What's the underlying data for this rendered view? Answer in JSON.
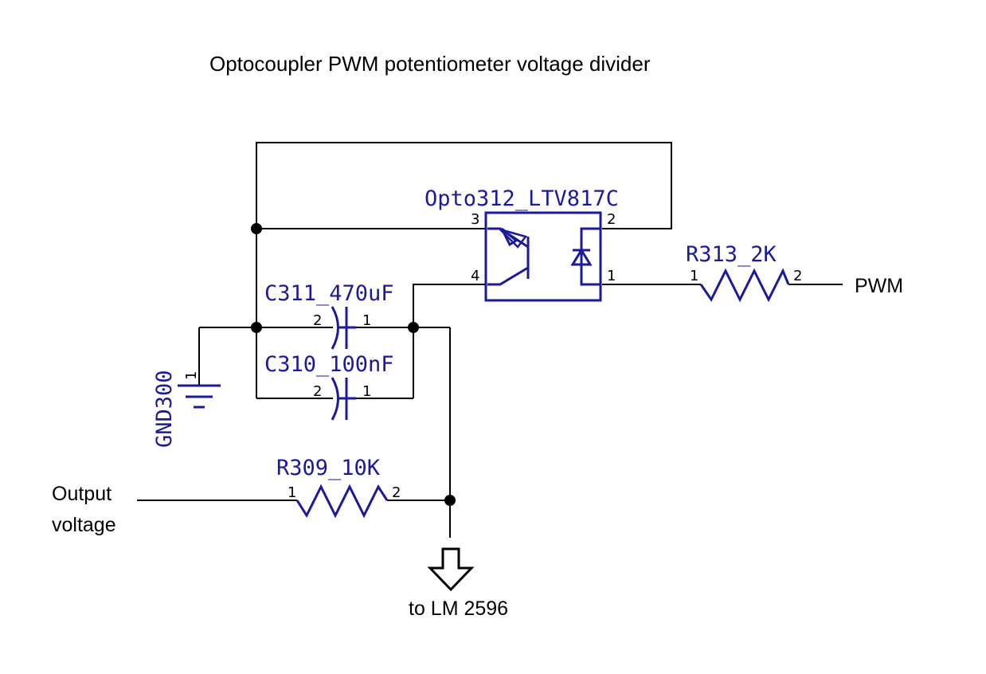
{
  "title": "Optocoupler PWM potentiometer voltage divider",
  "colors": {
    "symbol": "#1a1a9a",
    "wire": "#000000",
    "background": "#ffffff"
  },
  "components": {
    "opto": {
      "ref": "Opto312_LTV817C",
      "pins": [
        "1",
        "2",
        "3",
        "4"
      ]
    },
    "r313": {
      "ref": "R313_2K",
      "pin1": "1",
      "pin2": "2"
    },
    "c311": {
      "ref": "C311_470uF",
      "pin1": "1",
      "pin2": "2"
    },
    "c310": {
      "ref": "C310_100nF",
      "pin1": "1",
      "pin2": "2"
    },
    "r309": {
      "ref": "R309_10K",
      "pin1": "1",
      "pin2": "2"
    },
    "gnd": {
      "ref": "GND300",
      "pin": "1"
    }
  },
  "nets": {
    "pwm": "PWM",
    "output_line1": "Output",
    "output_line2": "voltage",
    "to_lm": "to LM 2596"
  }
}
